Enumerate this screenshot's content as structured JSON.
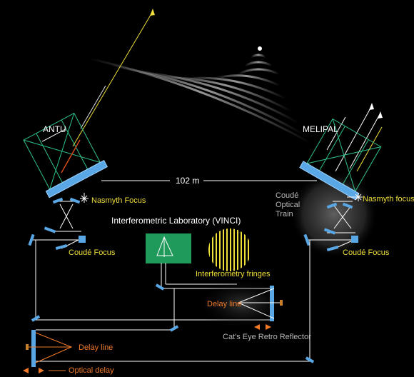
{
  "labels": {
    "antu": "ANTU",
    "melipal": "MELIPAL",
    "baseline": "102 m",
    "nasmyth_left": "Nasmyth Focus",
    "nasmyth_right": "Nasmyth focus",
    "coude_left": "Coudé Focus",
    "coude_right": "Coudé Focus",
    "coude_train_1": "Coudé",
    "coude_train_2": "Optical",
    "coude_train_3": "Train",
    "lab": "Interferometric Laboratory (VINCI)",
    "fringes": "Interferometry fringes",
    "delay_line_right": "Delay  line",
    "delay_line_left": "Delay  line",
    "retro": "Cat's Eye Retro Reflector",
    "optical_delay": "Optical delay"
  },
  "colors": {
    "background": "#000000",
    "light_path": "#ffffff",
    "label_yellow": "#f0df3a",
    "label_orange": "#f07a2a",
    "mirror_blue": "#5aa7e6",
    "lab_green": "#1f9a5a"
  }
}
